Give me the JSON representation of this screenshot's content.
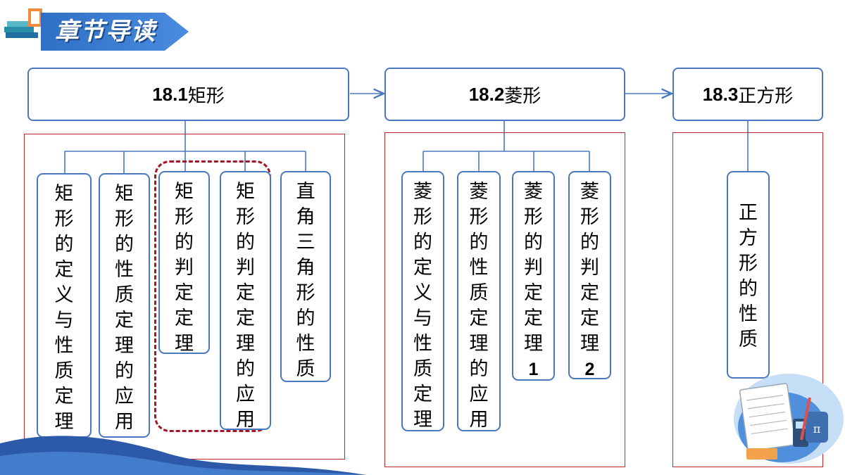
{
  "header": {
    "title": "章节导读"
  },
  "sections": [
    {
      "num": "18.1",
      "name": "矩形"
    },
    {
      "num": "18.2",
      "name": "菱形"
    },
    {
      "num": "18.3",
      "name": "正方形"
    }
  ],
  "cards": {
    "s1": [
      "矩形的定义与性质定理",
      "矩形的性质定理的应用",
      "矩形的判定定理",
      "矩形的判定定理的应用",
      "直角三角形的性质"
    ],
    "s2": [
      "菱形的定义与性质定理",
      "菱形的性质定理的应用",
      "菱形的判定定理1",
      "菱形的判定定理2"
    ],
    "s3": [
      "正方形的性质"
    ]
  },
  "colors": {
    "box_border": "#4a78c0",
    "frame": "#c0282d",
    "dashed": "#a0182a",
    "banner": "#2f6fc4"
  }
}
